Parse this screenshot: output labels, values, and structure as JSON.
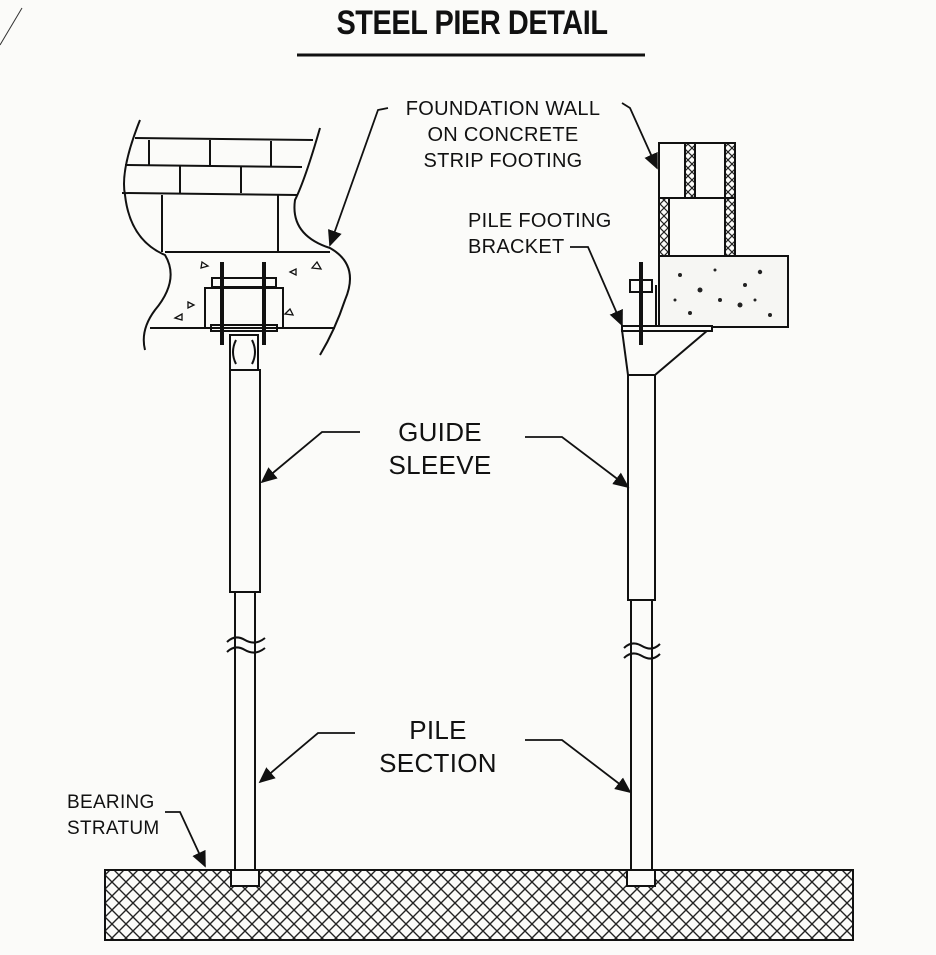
{
  "title": "STEEL PIER DETAIL",
  "labels": {
    "foundation_wall": [
      "FOUNDATION WALL",
      "ON CONCRETE",
      "STRIP FOOTING"
    ],
    "pile_footing_bracket": [
      "PILE FOOTING",
      "BRACKET"
    ],
    "guide_sleeve": [
      "GUIDE",
      "SLEEVE"
    ],
    "pile_section": [
      "PILE",
      "SECTION"
    ],
    "bearing_stratum": [
      "BEARING",
      "STRATUM"
    ]
  }
}
